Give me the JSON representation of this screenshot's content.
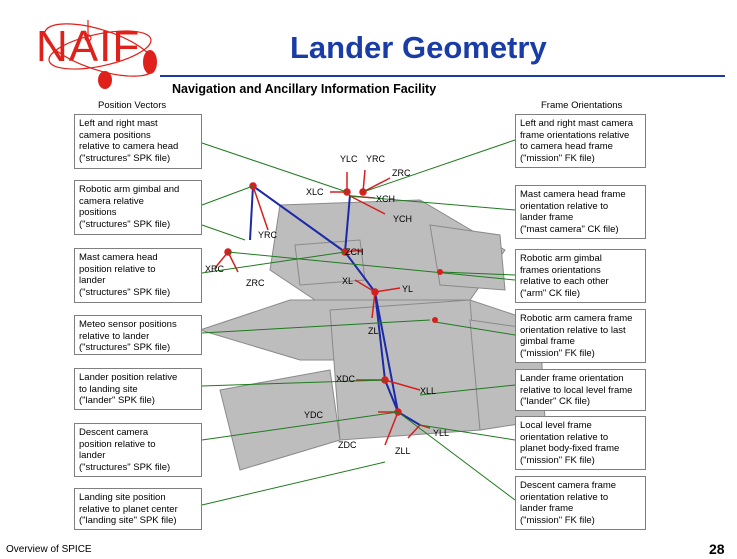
{
  "logo_text": "NAIF",
  "title": "Lander Geometry",
  "subtitle": "Navigation and Ancillary Information Facility",
  "section_left": "Position Vectors",
  "section_right": "Frame Orientations",
  "left_boxes": [
    "Left and right mast\ncamera positions\nrelative to camera head\n(\"structures\" SPK file)",
    "Robotic arm gimbal and\ncamera relative\npositions\n(\"structures\" SPK file)",
    "Mast camera head\nposition relative to\nlander\n(\"structures\" SPK file)",
    "Meteo sensor positions\nrelative to lander\n(\"structures\" SPK file)",
    "Lander position relative\nto landing site\n(\"lander\" SPK file)",
    "Descent camera\nposition relative to\nlander\n(\"structures\" SPK file)",
    "Landing site position\nrelative to planet center\n(\"landing site\" SPK file)"
  ],
  "right_boxes": [
    "Left and right mast camera\nframe orientations relative\nto camera head frame\n(\"mission\" FK file)",
    "Mast camera head frame\norientation relative to\nlander frame\n(\"mast camera\" CK file)",
    "Robotic arm gimbal\nframes orientations\nrelative to each other\n(\"arm\" CK file)",
    "Robotic arm camera frame\norientation relative to last\ngimbal frame\n(\"mission\" FK file)",
    "Lander frame orientation\nrelative to local level frame\n(\"lander\" CK file)",
    "Local level frame\norientation relative to\nplanet body-fixed frame\n(\"mission\" FK file)",
    "Descent camera frame\norientation relative to\nlander frame\n(\"mission\" FK file)"
  ],
  "axis_labels": {
    "ylc": "YLC",
    "yrc": "YRC",
    "zrc_top": "ZRC",
    "xlc": "XLC",
    "xch": "XCH",
    "ych": "YCH",
    "yrc_arm": "YRC",
    "zch": "ZCH",
    "xrc": "XRC",
    "zrc_arm": "ZRC",
    "xl": "XL",
    "yl": "YL",
    "zl": "ZL",
    "xdc": "XDC",
    "xll": "XLL",
    "ydc": "YDC",
    "zdc": "ZDC",
    "yll": "YLL",
    "zll": "ZLL"
  },
  "footer": "Overview of SPICE",
  "page_number": "28",
  "colors": {
    "logo": "#e0201a",
    "title": "#1a3ca6",
    "axis_red": "#d81e1e",
    "axis_blue": "#1c2aa8",
    "leader_green": "#1f7a1f",
    "lander_gray": "#bdbdbd"
  }
}
